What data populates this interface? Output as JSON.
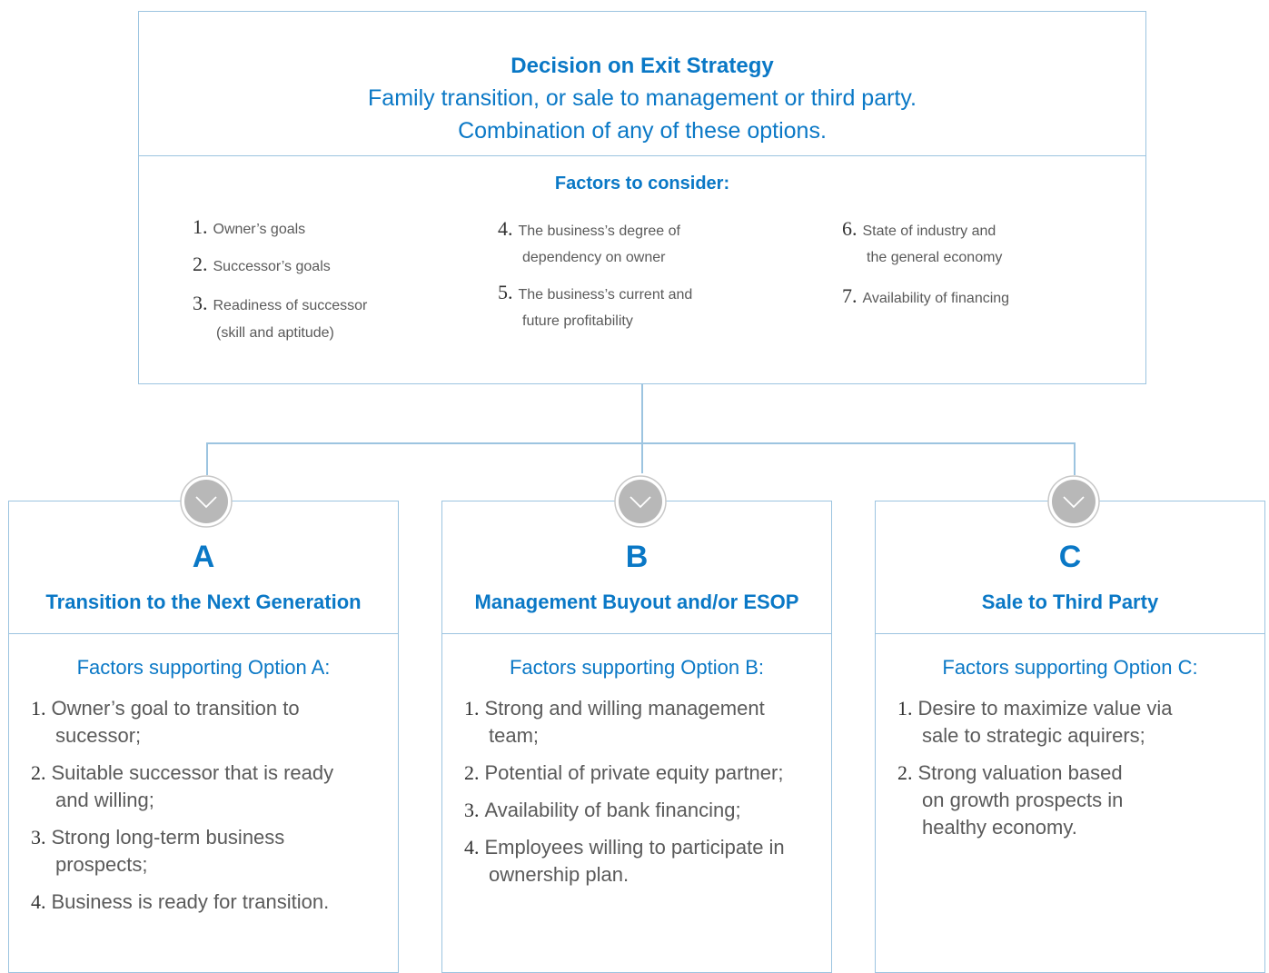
{
  "top": {
    "title": "Decision on Exit Strategy",
    "subtitle_line1": "Family transition, or sale to management or third party.",
    "subtitle_line2": "Combination of any of these options.",
    "factors_title": "Factors to consider:",
    "factors": [
      {
        "num": "1.",
        "lines": [
          "Owner’s goals"
        ]
      },
      {
        "num": "2.",
        "lines": [
          "Successor’s goals"
        ]
      },
      {
        "num": "3.",
        "lines": [
          "Readiness of successor",
          "(skill and aptitude)"
        ]
      },
      {
        "num": "4.",
        "lines": [
          "The business’s degree of",
          "dependency on owner"
        ]
      },
      {
        "num": "5.",
        "lines": [
          "The business’s current and",
          "future profitability"
        ]
      },
      {
        "num": "6.",
        "lines": [
          "State of industry and",
          "the general economy"
        ]
      },
      {
        "num": "7.",
        "lines": [
          "Availability of financing"
        ]
      }
    ]
  },
  "options": [
    {
      "letter": "A",
      "title": "Transition to the Next Generation",
      "subtitle": "Factors supporting Option A:",
      "items": [
        {
          "num": "1.",
          "lines": [
            "Owner’s goal to transition to",
            "sucessor;"
          ]
        },
        {
          "num": "2.",
          "lines": [
            "Suitable successor that is ready",
            "and willing;"
          ]
        },
        {
          "num": "3.",
          "lines": [
            "Strong long-term business",
            "prospects;"
          ]
        },
        {
          "num": "4.",
          "lines": [
            "Business is ready for transition."
          ]
        }
      ]
    },
    {
      "letter": "B",
      "title": "Management Buyout and/or ESOP",
      "subtitle": "Factors supporting Option B:",
      "items": [
        {
          "num": "1.",
          "lines": [
            "Strong and willing management",
            "team;"
          ]
        },
        {
          "num": "2.",
          "lines": [
            "Potential of private equity partner;"
          ]
        },
        {
          "num": "3.",
          "lines": [
            "Availability of bank financing;"
          ]
        },
        {
          "num": "4.",
          "lines": [
            "Employees willing to participate in",
            "ownership plan."
          ]
        }
      ]
    },
    {
      "letter": "C",
      "title": "Sale to Third Party",
      "subtitle": "Factors supporting Option C:",
      "items": [
        {
          "num": "1.",
          "lines": [
            "Desire to maximize value via",
            "sale to strategic aquirers;"
          ]
        },
        {
          "num": "2.",
          "lines": [
            "Strong valuation based",
            "on growth prospects in",
            "healthy economy."
          ]
        }
      ]
    }
  ],
  "icons": {
    "connector": "chevron-down-circle-icon"
  },
  "colors": {
    "accent": "#0a78c6",
    "border": "#9cc4e0",
    "body_text": "#5a5a5a",
    "icon_fill": "#b8b8b8"
  }
}
